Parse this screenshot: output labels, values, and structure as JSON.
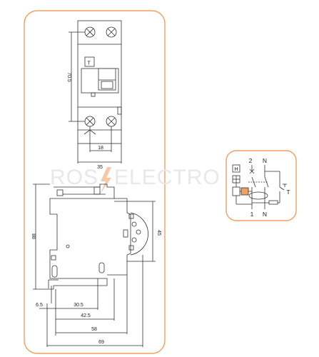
{
  "watermark": {
    "left": "ROS",
    "right": "ELECTRO"
  },
  "colors": {
    "frame": "#f0a060",
    "line": "#333333",
    "accent": "#f0a060",
    "watermark_bolt": "#f7c8a8"
  },
  "front_view": {
    "dim_height": "70.5",
    "dim_terminal_pitch": "18",
    "dim_width": "35",
    "test_button_label": "T"
  },
  "side_view": {
    "dim_height": "88",
    "dim_depth_front": "45",
    "dim_rail": "6.5",
    "dims_horizontal": [
      "30.5",
      "42.5",
      "58",
      "69"
    ]
  },
  "schematic": {
    "top_labels": [
      "2",
      "N"
    ],
    "bottom_labels": [
      "1",
      "N"
    ],
    "test_label": "T",
    "indicator_label": "H"
  }
}
